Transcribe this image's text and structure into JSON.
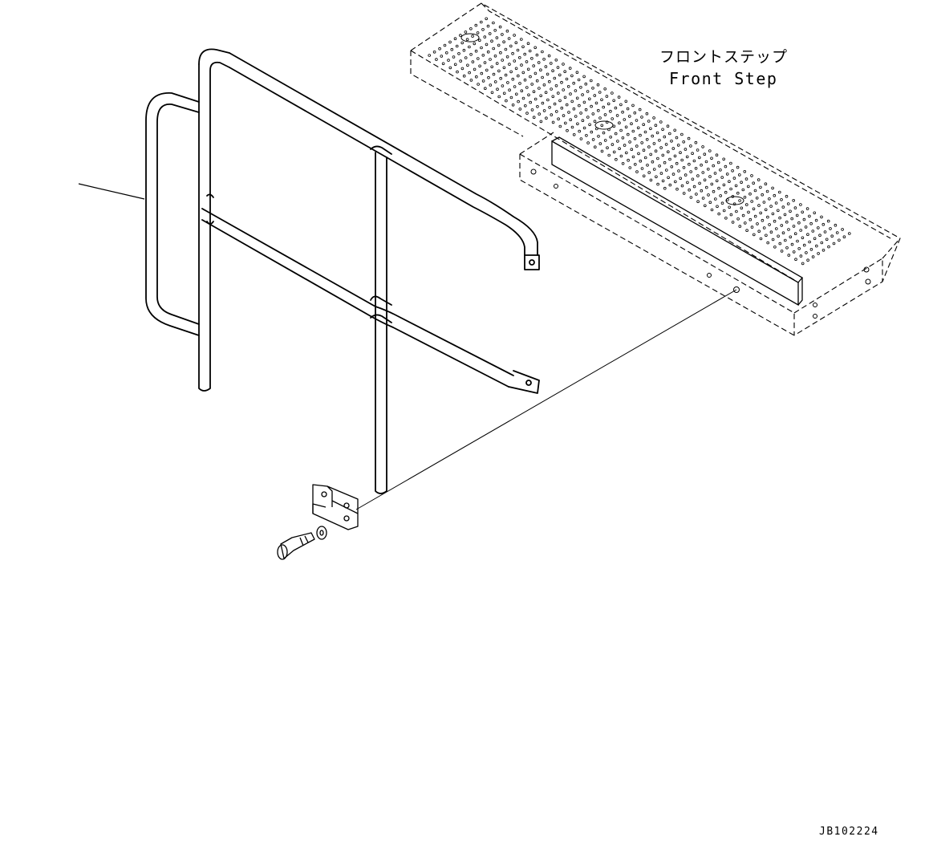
{
  "callout": {
    "label_jp": "フロントステップ",
    "label_en": "Front Step"
  },
  "drawing_number": "JB102224",
  "colors": {
    "line": "#000000",
    "background": "#ffffff"
  }
}
